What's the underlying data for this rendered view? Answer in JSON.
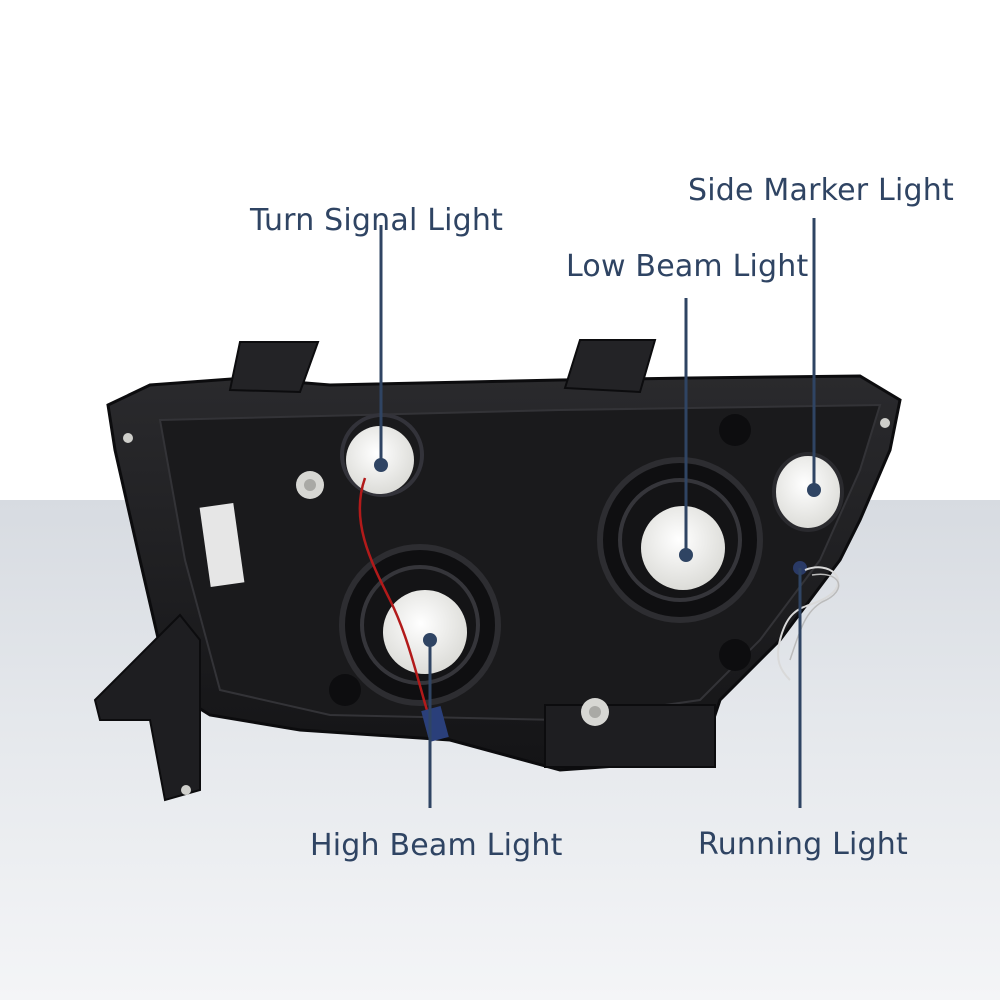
{
  "colors": {
    "label_text": "#2f4463",
    "callout_line": "#2f4463",
    "background_top": "#ffffff",
    "background_floor": "#dde0e5",
    "housing": "#1c1c1e",
    "bulb_socket": "#f4f4f2"
  },
  "callouts": {
    "turn_signal": "Turn Signal Light",
    "low_beam": "Low Beam Light",
    "side_marker": "Side Marker Light",
    "high_beam": "High Beam Light",
    "running": "Running Light"
  }
}
